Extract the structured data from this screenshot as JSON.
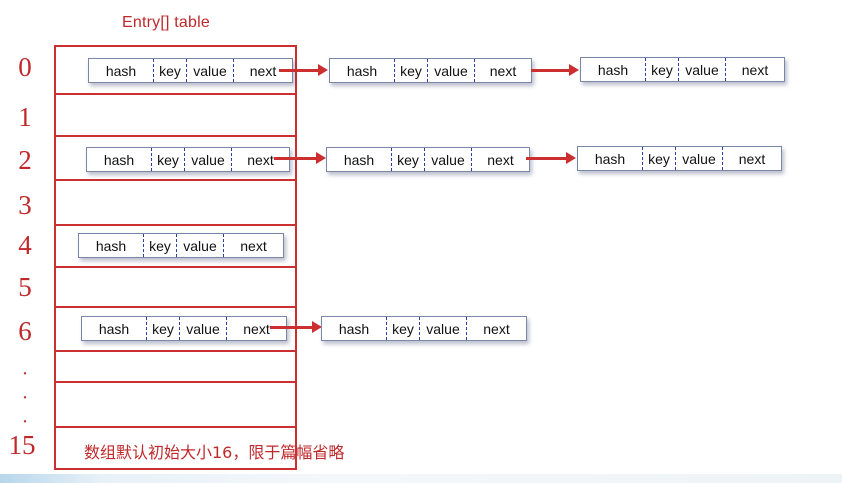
{
  "table_title": "Entry[] table",
  "indices": [
    "0",
    "1",
    "2",
    "3",
    "4",
    "5",
    "6",
    "15"
  ],
  "ellipsis_dots": "·\n·\n·",
  "entry_fields": [
    "hash",
    "key",
    "value",
    "next"
  ],
  "note": "数组默认初始大小16，限于篇幅省略",
  "colors": {
    "accent_red": "#c0292b",
    "divider_blue": "#2f3fa8",
    "entry_border": "#7a87a6"
  }
}
